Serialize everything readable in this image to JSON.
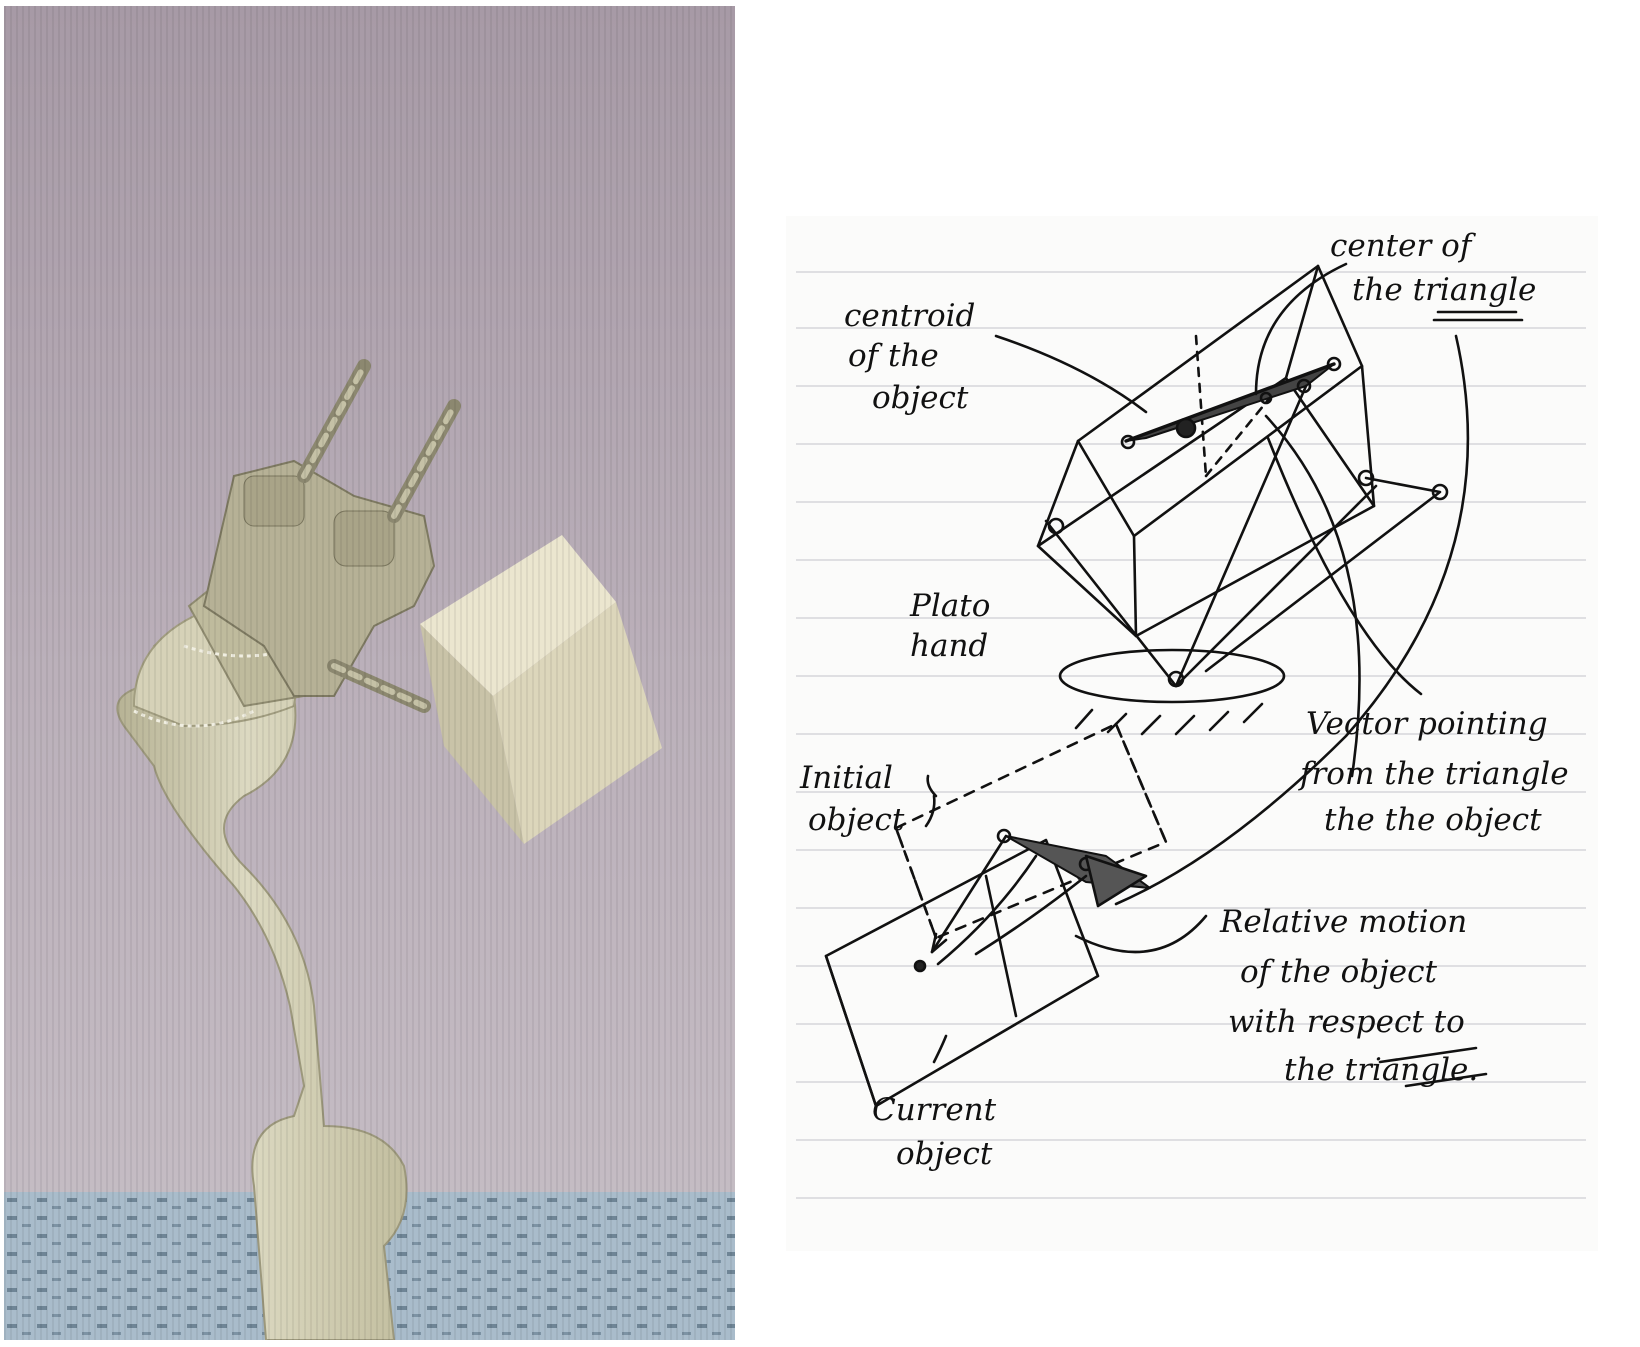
{
  "colors": {
    "sim_background": "#b7a9b5",
    "robot_body": "#cfcbb0",
    "cube": "#e3ddc4",
    "floor": "#9fb3c2",
    "paper": "#fbfbfa",
    "ink": "#111111",
    "ruled_line": "#d6d6d9"
  },
  "sketch": {
    "labels": {
      "center_1": "center of",
      "center_2": "the triangle",
      "centroid_1": "centroid",
      "centroid_2": "of the",
      "centroid_3": "object",
      "plato_1": "Plato",
      "plato_2": "hand",
      "vector_1": "Vector pointing",
      "vector_2": "from the triangle",
      "vector_3": "the the object",
      "initial_1": "Initial",
      "initial_2": "object",
      "relative_1": "Relative motion",
      "relative_2": "of the object",
      "relative_3": "with respect to",
      "relative_4": "the triangle.",
      "current_1": "Current",
      "current_2": "object"
    }
  }
}
